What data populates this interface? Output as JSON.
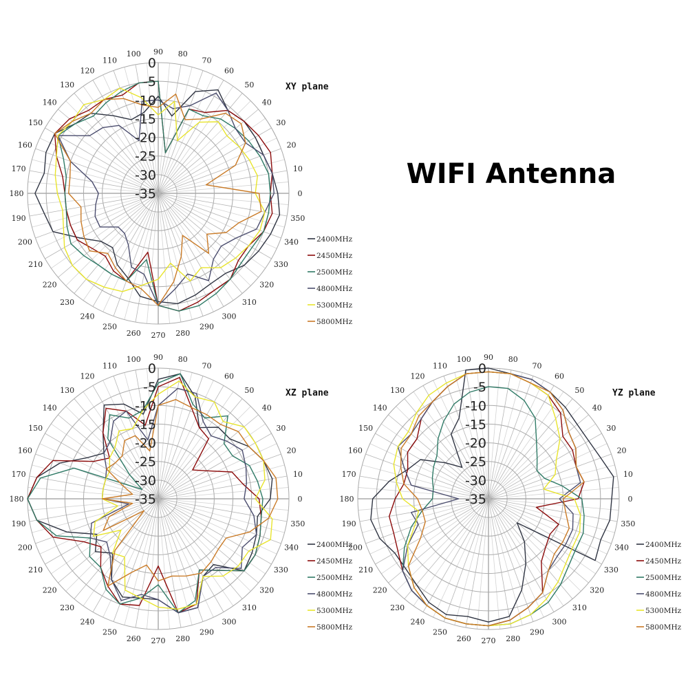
{
  "title": "WIFI Antenna",
  "series_colors": {
    "2400MHz": "#2f3442",
    "2450MHz": "#8b0a0a",
    "2500MHz": "#2f7a66",
    "4800MHz": "#4b4d6e",
    "5300MHz": "#e8e42c",
    "5800MHz": "#c97a26"
  },
  "chart_data": [
    {
      "type": "polar-line",
      "title": "XY plane",
      "angle_unit": "deg",
      "angle_ticks": [
        0,
        10,
        20,
        30,
        40,
        50,
        60,
        70,
        80,
        90,
        100,
        110,
        120,
        130,
        140,
        150,
        160,
        170,
        180,
        190,
        200,
        210,
        220,
        230,
        240,
        250,
        260,
        270,
        280,
        290,
        300,
        310,
        320,
        330,
        340,
        350
      ],
      "r_ticks": [
        0,
        -5,
        -10,
        -15,
        -20,
        -25,
        -30,
        -35
      ],
      "rlim": [
        -35,
        0
      ],
      "grid": true,
      "legend": "right-bottom",
      "legend_labels": [
        "2400MHz",
        "2450MHz",
        "2500MHz",
        "4800MHz",
        "5300MHz",
        "5800MHz"
      ],
      "series": [
        {
          "name": "2400MHz",
          "values": [
            -3,
            -4,
            -5,
            -5,
            -5,
            -6,
            -3,
            -6,
            -14,
            -9,
            -13,
            -14,
            -11,
            -7,
            -6,
            -3,
            -3,
            -4,
            -2,
            -4,
            -5,
            -11,
            -15,
            -16,
            -13,
            -11,
            -7,
            -6,
            -5,
            -6,
            -7,
            -7,
            -5,
            -4,
            -3,
            -2
          ]
        },
        {
          "name": "2450MHz",
          "values": [
            -5,
            -4,
            -3,
            -4,
            -5,
            -6,
            -10,
            -11,
            -24,
            -5,
            -5,
            -7,
            -6,
            -6,
            -4,
            -3,
            -6,
            -9,
            -10,
            -10,
            -10,
            -10,
            -12,
            -13,
            -11,
            -10,
            -19,
            -5,
            -3,
            -4,
            -5,
            -5,
            -7,
            -7,
            -5,
            -4
          ]
        },
        {
          "name": "2500MHz",
          "values": [
            -5,
            -5,
            -6,
            -7,
            -8,
            -9,
            -11,
            -11,
            -24,
            -5,
            -5,
            -6,
            -7,
            -8,
            -6,
            -4,
            -8,
            -10,
            -10,
            -10,
            -9,
            -8,
            -9,
            -10,
            -10,
            -10,
            -17,
            -5,
            -3,
            -3,
            -4,
            -5,
            -6,
            -6,
            -5,
            -5
          ]
        },
        {
          "name": "4800MHz",
          "values": [
            -4,
            -4,
            -5,
            -8,
            -8,
            -6,
            -4,
            -10,
            -12,
            -10,
            -10,
            -20,
            -14,
            -12,
            -11,
            -4,
            -10,
            -17,
            -19,
            -18,
            -17,
            -17,
            -21,
            -21,
            -19,
            -14,
            -13,
            -5,
            -9,
            -12,
            -8,
            -12,
            -13,
            -11,
            -7,
            -6
          ]
        },
        {
          "name": "5300MHz",
          "values": [
            -9,
            -8,
            -9,
            -10,
            -11,
            -10,
            -13,
            -20,
            -10,
            -14,
            -9,
            -5,
            -6,
            -4,
            -5,
            -4,
            -6,
            -7,
            -8,
            -9,
            -8,
            -6,
            -5,
            -5,
            -6,
            -7,
            -10,
            -12,
            -16,
            -10,
            -12,
            -9,
            -8,
            -7,
            -6,
            -6
          ]
        },
        {
          "name": "5800MHz",
          "values": [
            -8,
            -22,
            -13,
            -8,
            -6,
            -7,
            -12,
            -14,
            -8,
            -12,
            -11,
            -8,
            -6,
            -7,
            -5,
            -3,
            -10,
            -11,
            -11,
            -14,
            -13,
            -12,
            -11,
            -14,
            -12,
            -10,
            -9,
            -5,
            -11,
            -17,
            -22,
            -14,
            -18,
            -14,
            -12,
            -7
          ]
        }
      ]
    },
    {
      "type": "polar-line",
      "title": "XZ plane",
      "angle_unit": "deg",
      "angle_ticks": [
        0,
        10,
        20,
        30,
        40,
        50,
        60,
        70,
        80,
        90,
        100,
        110,
        120,
        130,
        140,
        150,
        160,
        170,
        180,
        190,
        200,
        210,
        220,
        230,
        240,
        250,
        260,
        270,
        280,
        290,
        300,
        310,
        320,
        330,
        340,
        350
      ],
      "r_ticks": [
        0,
        -5,
        -10,
        -15,
        -20,
        -25,
        -30,
        -35
      ],
      "rlim": [
        -35,
        0
      ],
      "grid": true,
      "legend": "right-bottom",
      "legend_labels": [
        "2400MHz",
        "2450MHz",
        "2500MHz",
        "4800MHz",
        "5300MHz",
        "5800MHz"
      ],
      "series": [
        {
          "name": "2400MHz",
          "values": [
            -5,
            -4,
            -5,
            -7,
            -10,
            -10,
            -13,
            -6,
            -1,
            -3,
            -12,
            -8,
            -6,
            -12,
            -16,
            -13,
            -7,
            -2,
            0,
            -2,
            -9,
            -16,
            -13,
            -16,
            -10,
            -7,
            -8,
            -8,
            -4,
            -4,
            -11,
            -12,
            -5,
            -6,
            -7,
            -8
          ]
        },
        {
          "name": "2450MHz",
          "values": [
            -8,
            -12,
            -14,
            -20,
            -23,
            -14,
            -13,
            -9,
            -2,
            -5,
            -15,
            -10,
            -7,
            -12,
            -18,
            -15,
            -5,
            -2,
            0,
            -2,
            -5,
            -12,
            -15,
            -11,
            -8,
            -5,
            -6,
            -17,
            -4,
            -5,
            -13,
            -10,
            -5,
            -5,
            -6,
            -7
          ]
        },
        {
          "name": "2500MHz",
          "values": [
            -7,
            -8,
            -9,
            -12,
            -12,
            -6,
            -10,
            -8,
            -1,
            -4,
            -11,
            -12,
            -9,
            -14,
            -25,
            -30,
            -11,
            -3,
            0,
            -2,
            -6,
            -14,
            -11,
            -11,
            -7,
            -5,
            -8,
            -12,
            -4,
            -6,
            -13,
            -10,
            -5,
            -5,
            -6,
            -7
          ]
        },
        {
          "name": "4800MHz",
          "values": [
            -12,
            -11,
            -10,
            -9,
            -11,
            -13,
            -11,
            -5,
            -5,
            -10,
            -19,
            -10,
            -11,
            -15,
            -16,
            -19,
            -20,
            -20,
            -20,
            -27,
            -16,
            -14,
            -17,
            -15,
            -10,
            -6,
            -9,
            -8,
            -4,
            -4,
            -11,
            -11,
            -6,
            -9,
            -7,
            -9
          ]
        },
        {
          "name": "5300MHz",
          "values": [
            -9,
            -6,
            -5,
            -5,
            -5,
            -8,
            -5,
            -6,
            -3,
            -7,
            -11,
            -15,
            -14,
            -17,
            -18,
            -20,
            -20,
            -20,
            -20,
            -24,
            -17,
            -15,
            -22,
            -16,
            -17,
            -9,
            -8,
            -6,
            -5,
            -5,
            -11,
            -8,
            -7,
            -7,
            -3,
            -4
          ]
        },
        {
          "name": "5800MHz",
          "values": [
            -3,
            -3,
            -5,
            -7,
            -7,
            -9,
            -9,
            -9,
            -8,
            -10,
            -22,
            -17,
            -17,
            -20,
            -20,
            -19,
            -25,
            -28,
            -20,
            -28,
            -21,
            -18,
            -30,
            -17,
            -8,
            -14,
            -17,
            -13,
            -14,
            -13,
            -12,
            -13,
            -14,
            -14,
            -9,
            -5
          ]
        }
      ]
    },
    {
      "type": "polar-line",
      "title": "YZ plane",
      "angle_unit": "deg",
      "angle_ticks": [
        0,
        10,
        20,
        30,
        40,
        50,
        60,
        70,
        80,
        90,
        100,
        110,
        120,
        130,
        140,
        150,
        160,
        170,
        180,
        190,
        200,
        210,
        220,
        230,
        240,
        250,
        260,
        270,
        280,
        290,
        300,
        310,
        320,
        330,
        340,
        350
      ],
      "r_ticks": [
        0,
        -5,
        -10,
        -15,
        -20,
        -25,
        -30,
        -35
      ],
      "rlim": [
        -35,
        0
      ],
      "grid": true,
      "legend": "right-bottom",
      "legend_labels": [
        "2400MHz",
        "2450MHz",
        "2500MHz",
        "4800MHz",
        "5300MHz",
        "5800MHz"
      ],
      "series": [
        {
          "name": "2400MHz",
          "values": [
            -2,
            -1,
            -3,
            -4,
            -4,
            -3,
            -2,
            -1,
            -1,
            0,
            0,
            -12,
            -15,
            -24,
            -20,
            -14,
            -12,
            -8,
            -4,
            -3,
            -4,
            -6,
            -6,
            -5,
            -3,
            -2,
            -3,
            -2,
            -3,
            -9,
            -15,
            -20,
            -25,
            -2,
            -3,
            -2
          ]
        },
        {
          "name": "2450MHz",
          "values": [
            -11,
            -9,
            -10,
            -9,
            -9,
            -5,
            -3,
            -2,
            -1,
            -1,
            -1,
            -3,
            -5,
            -7,
            -10,
            -10,
            -12,
            -12,
            -10,
            -8,
            -8,
            -7,
            -5,
            -3,
            -2,
            -1,
            -1,
            -1,
            -2,
            -4,
            -6,
            -13,
            -15,
            -16,
            -15,
            -22
          ]
        },
        {
          "name": "2500MHz",
          "values": [
            -10,
            -15,
            -19,
            -20,
            -18,
            -15,
            -10,
            -7,
            -5,
            -5,
            -6,
            -8,
            -11,
            -14,
            -17,
            -18,
            -19,
            -20,
            -20,
            -17,
            -13,
            -9,
            -5,
            -3,
            -2,
            -1,
            -1,
            -1,
            -1,
            -2,
            -3,
            -5,
            -7,
            -8,
            -8,
            -9
          ]
        },
        {
          "name": "4800MHz",
          "values": [
            -16,
            -10,
            -10,
            -8,
            -7,
            -4,
            -2,
            -1,
            -1,
            -1,
            -1,
            -3,
            -5,
            -7,
            -8,
            -7,
            -11,
            -14,
            -27,
            -14,
            -15,
            -10,
            -5,
            -3,
            -2,
            -1,
            -1,
            -1,
            -2,
            -4,
            -6,
            -10,
            -11,
            -11,
            -11,
            -12
          ]
        },
        {
          "name": "5300MHz",
          "values": [
            -12,
            -20,
            -16,
            -14,
            -10,
            -7,
            -3,
            -2,
            -1,
            -1,
            -1,
            -2,
            -3,
            -5,
            -7,
            -7,
            -8,
            -10,
            -12,
            -16,
            -14,
            -10,
            -7,
            -4,
            -2,
            -1,
            -1,
            -1,
            -1,
            -2,
            -4,
            -6,
            -8,
            -9,
            -9,
            -10
          ]
        },
        {
          "name": "5800MHz",
          "values": [
            -15,
            -9,
            -10,
            -8,
            -7,
            -4,
            -2,
            -2,
            -1,
            -1,
            -1,
            -3,
            -5,
            -6,
            -8,
            -8,
            -10,
            -12,
            -16,
            -17,
            -17,
            -14,
            -7,
            -4,
            -2,
            -1,
            -1,
            -1,
            -2,
            -4,
            -6,
            -10,
            -12,
            -12,
            -12,
            -14
          ]
        }
      ]
    }
  ]
}
